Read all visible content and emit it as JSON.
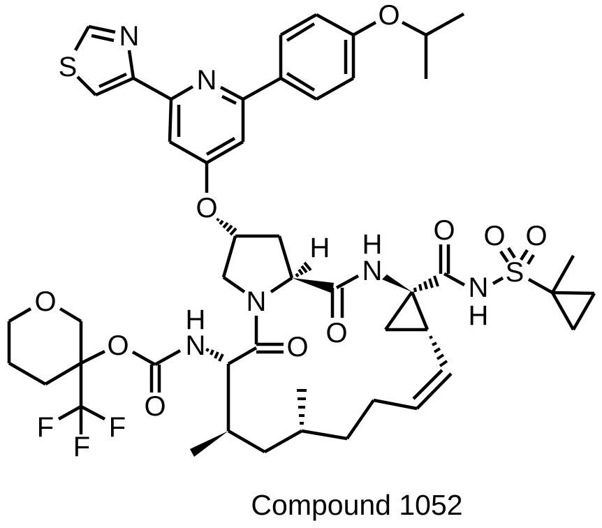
{
  "figure": {
    "caption": "Compound 1052",
    "background": "#ffffff",
    "ink_color": "#000000"
  },
  "atoms": {
    "thiazole_S": "S",
    "thiazole_N": "N",
    "pyridine_N": "N",
    "ether_O_pyridine": "O",
    "isopropoxy_O": "O",
    "pyrrolidine_N": "N",
    "pyrrolidine_H": "H",
    "amide1_O": "O",
    "amide1_N": "N",
    "amide1_H": "H",
    "amide2_O": "O",
    "sulfonamide_N": "N",
    "sulfonamide_H": "H",
    "sulfonyl_S": "S",
    "sulfonyl_O1": "O",
    "sulfonyl_O2": "O",
    "oxane_O": "O",
    "carbamate_O_ester": "O",
    "carbamate_O_carbonyl": "O",
    "carbamate_N": "N",
    "carbamate_H": "H",
    "proline_amide_O": "O",
    "F1": "F",
    "F2": "F",
    "F3": "F"
  },
  "substructures": [
    "thiazol-4-yl",
    "pyridine",
    "4-isopropoxyphenyl",
    "pyrrolidine",
    "aminocyclopropane carboxamide",
    "1-methylcyclopropylsulfonamide",
    "3-(trifluoromethyl)oxan-3-yl carbamate",
    "macrocyclic alkene linker"
  ]
}
